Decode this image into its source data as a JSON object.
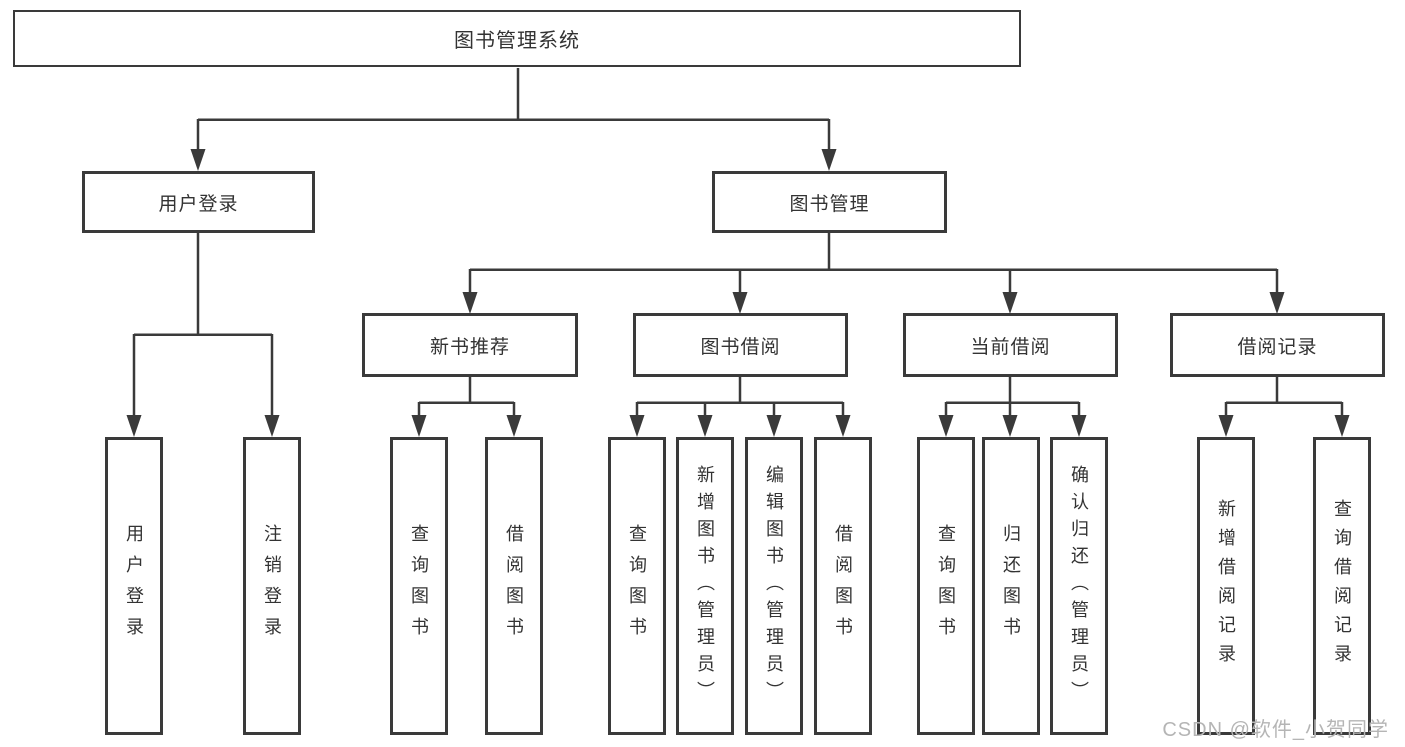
{
  "tree": {
    "root": {
      "label": "图书管理系统"
    },
    "branches": [
      {
        "label": "用户登录",
        "children": [
          {
            "label": "用户登录"
          },
          {
            "label": "注销登录"
          }
        ]
      },
      {
        "label": "图书管理",
        "children": [
          {
            "label": "新书推荐",
            "children": [
              {
                "label": "查询图书"
              },
              {
                "label": "借阅图书"
              }
            ]
          },
          {
            "label": "图书借阅",
            "children": [
              {
                "label": "查询图书"
              },
              {
                "label": "新增图书（管理员）"
              },
              {
                "label": "编辑图书（管理员）"
              },
              {
                "label": "借阅图书"
              }
            ]
          },
          {
            "label": "当前借阅",
            "children": [
              {
                "label": "查询图书"
              },
              {
                "label": "归还图书"
              },
              {
                "label": "确认归还（管理员）"
              }
            ]
          },
          {
            "label": "借阅记录",
            "children": [
              {
                "label": "新增借阅记录"
              },
              {
                "label": "查询借阅记录"
              }
            ]
          }
        ]
      }
    ]
  },
  "watermark": "CSDN @软件_小贺同学",
  "colors": {
    "line": "#3a3a3a",
    "text": "#333333",
    "box_background": "#ffffff",
    "watermark": "#b5b5b5"
  }
}
